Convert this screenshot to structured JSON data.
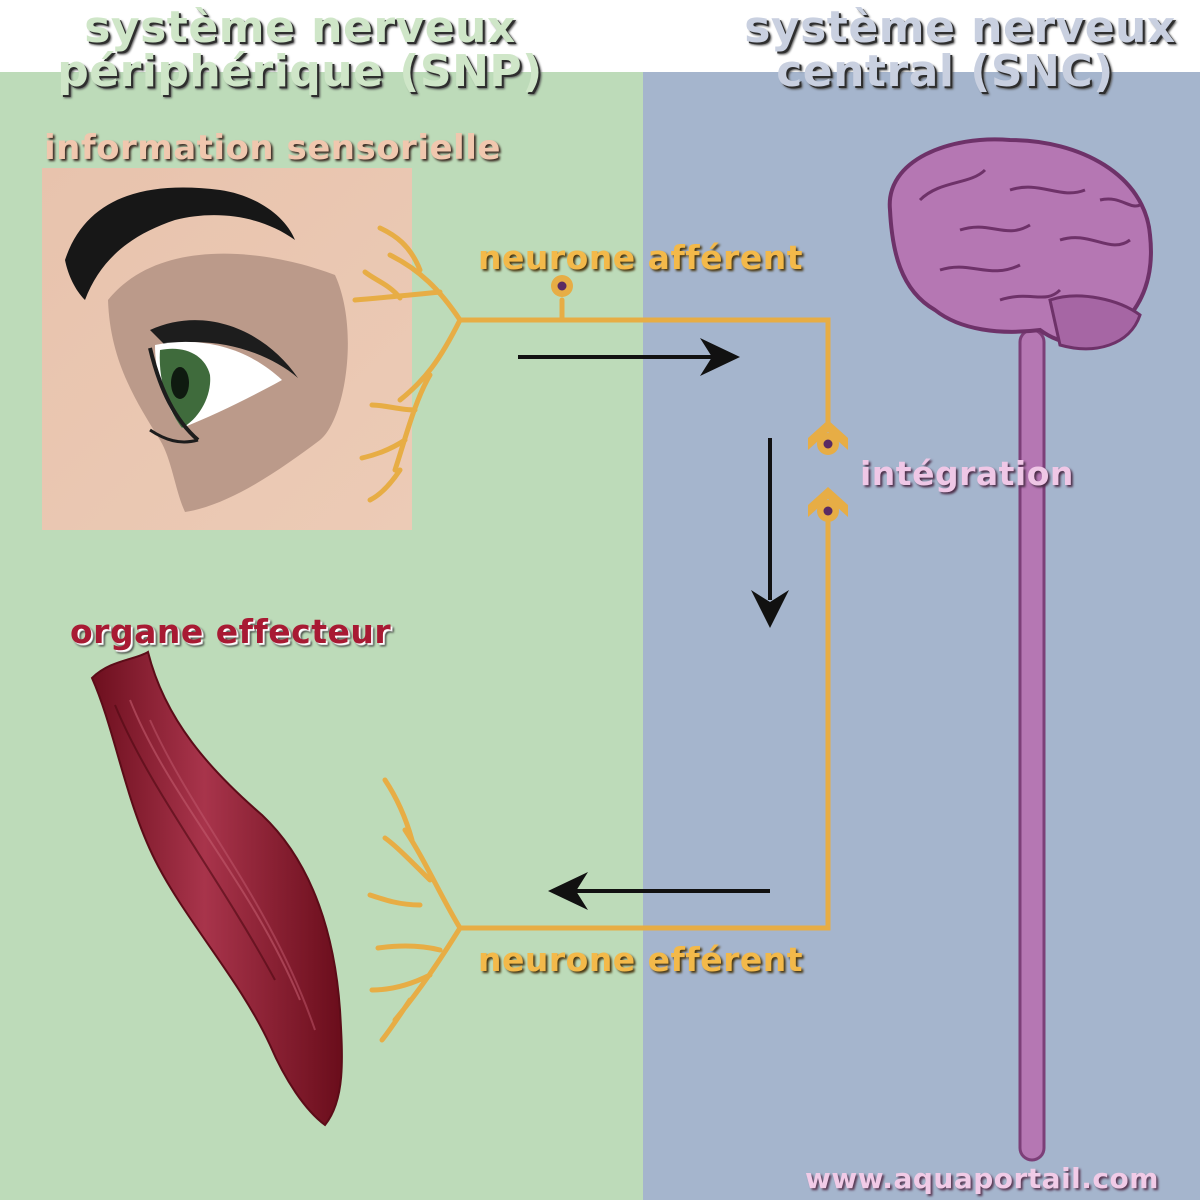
{
  "headings": {
    "pns_line1": "système nerveux",
    "pns_line2": "périphérique (SNP)",
    "cns_line1": "système nerveux",
    "cns_line2": "central (SNC)"
  },
  "labels": {
    "sensory_information": "information sensorielle",
    "afferent_neuron": "neurone afférent",
    "integration": "intégration",
    "effector_organ": "organe effecteur",
    "efferent_neuron": "neurone efférent"
  },
  "watermark": "www.aquaportail.com",
  "colors": {
    "pns_background": "#bddbb9",
    "cns_background": "#a5b5cd",
    "neuron": "#e7ad45",
    "brain": "#b577b3",
    "muscle": "#8e1f2e",
    "arrow": "#111111"
  },
  "icons": {
    "sensory": "eye-icon",
    "cns": "brain-icon",
    "effector": "muscle-icon",
    "flow": "arrow-icon"
  }
}
